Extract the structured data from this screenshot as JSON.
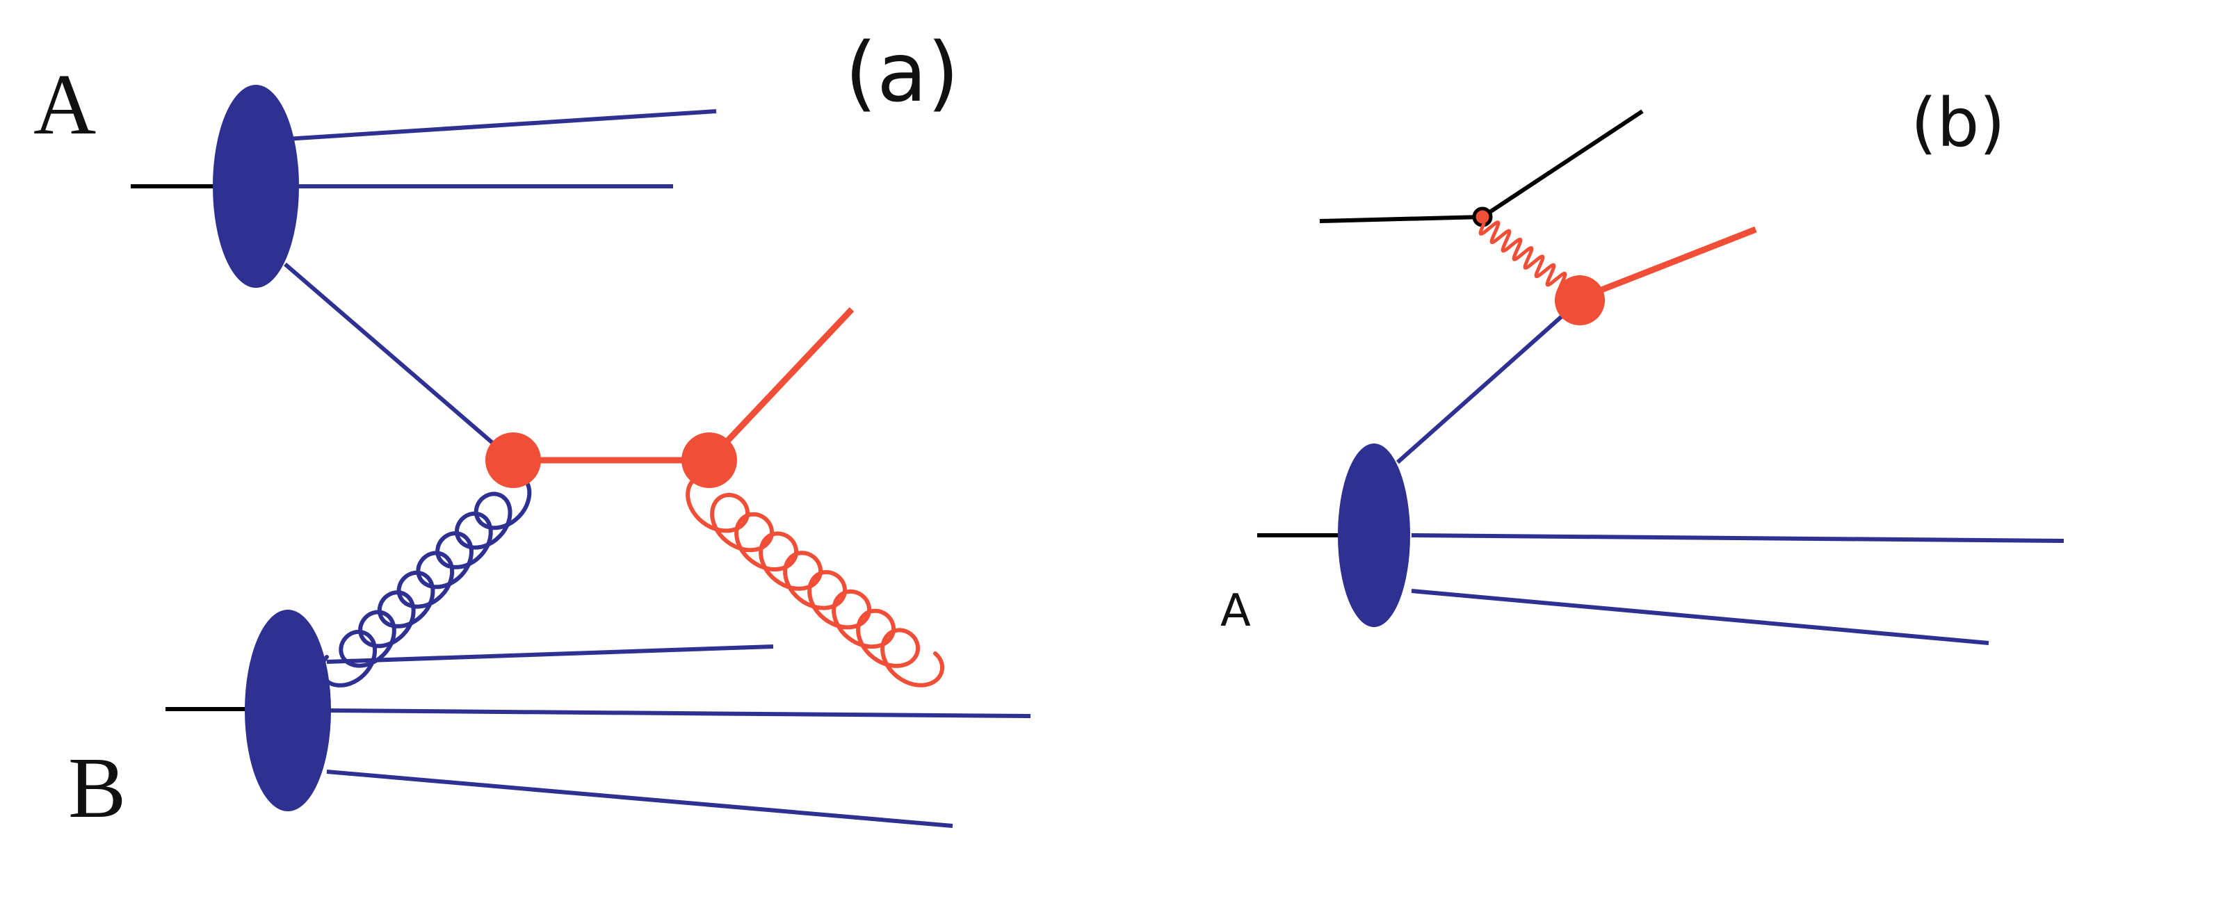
{
  "panels": {
    "a": {
      "label": "(a)",
      "hadron_top": "A",
      "hadron_bottom": "B"
    },
    "b": {
      "label": "(b)",
      "hadron": "A"
    }
  },
  "colors": {
    "hadron_blob": "#2e3192",
    "parton_blue": "#2e3192",
    "red": "#f04e37",
    "black": "#000000"
  }
}
